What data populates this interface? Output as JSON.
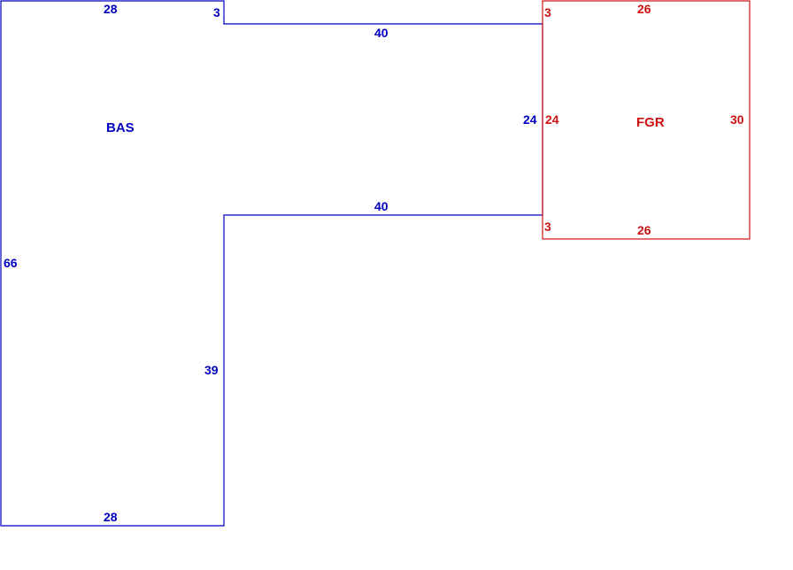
{
  "colors": {
    "bas": "#0000c0",
    "fgr": "#cc1111"
  },
  "bas": {
    "name": "BAS",
    "dims": {
      "top": "28",
      "notch_right": "3",
      "arm_top": "40",
      "arm_end": "24",
      "arm_bottom": "40",
      "inner_leg": "39",
      "left": "66",
      "bottom": "28"
    }
  },
  "fgr": {
    "name": "FGR",
    "dims": {
      "top": "26",
      "left": "24",
      "right": "30",
      "bottom": "26",
      "top_left_small": "3",
      "bottom_left_small": "3"
    }
  }
}
